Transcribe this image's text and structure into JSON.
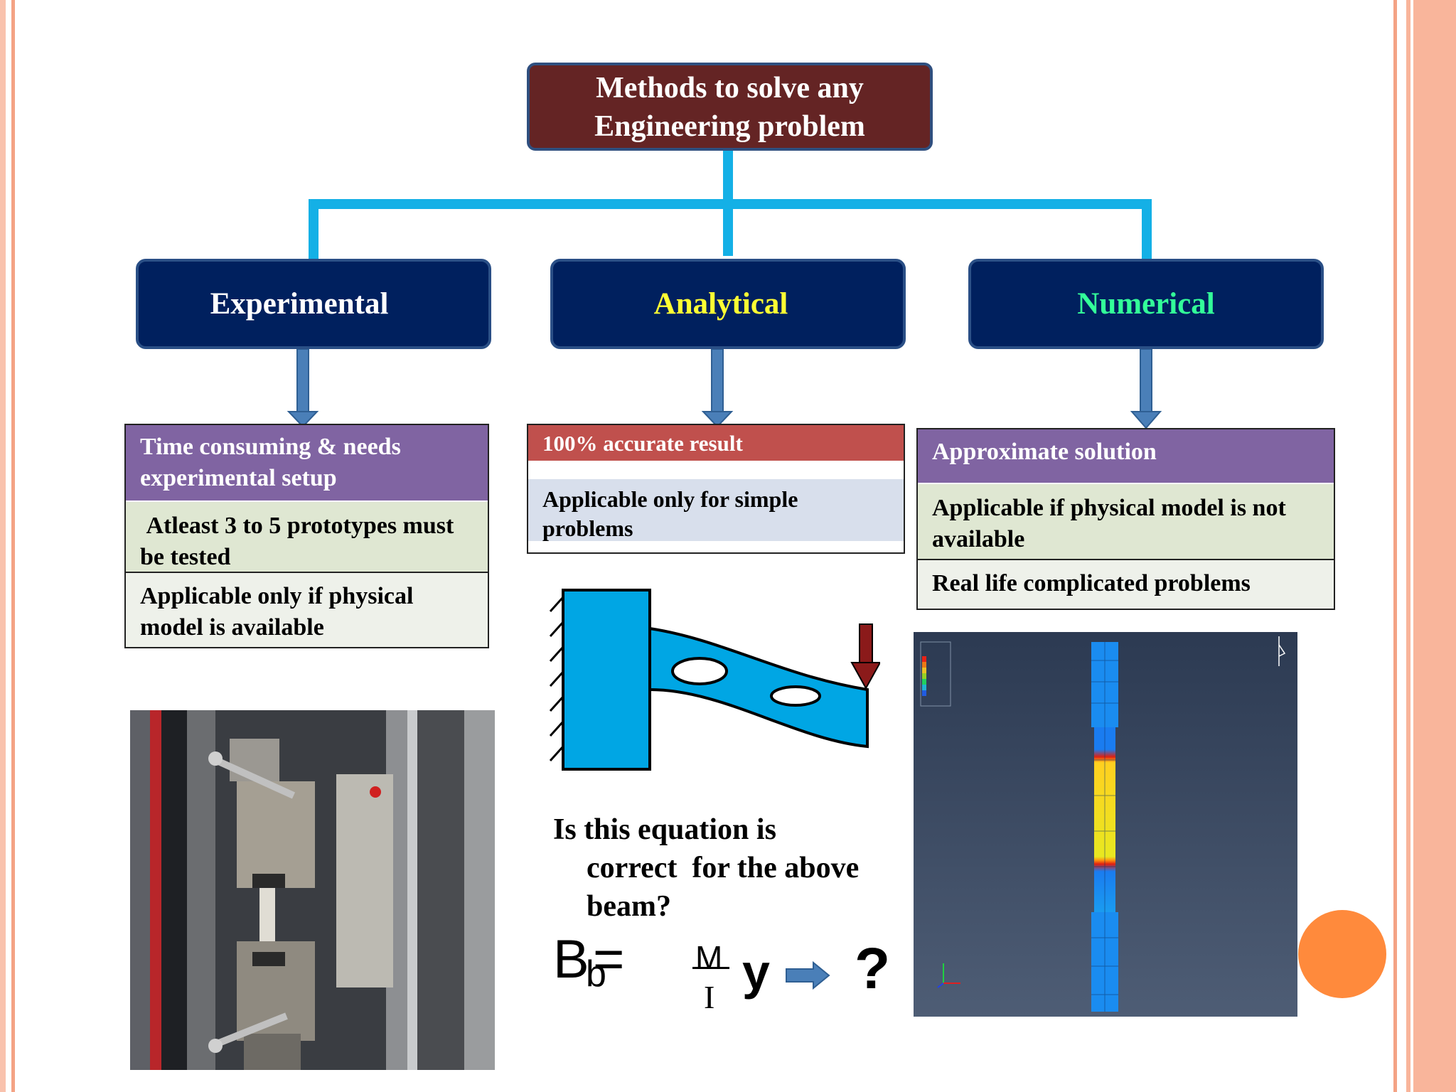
{
  "title": {
    "line1": "Methods to solve any",
    "line2": "Engineering problem"
  },
  "categories": [
    {
      "label": "Experimental",
      "color": "#ffffff"
    },
    {
      "label": "Analytical",
      "color": "#ffff33"
    },
    {
      "label": "Numerical",
      "color": "#33ff99"
    }
  ],
  "experimental": [
    "Time consuming & needs experimental setup",
    " Atleast 3 to 5 prototypes must be tested",
    "Applicable only if physical model is available"
  ],
  "analytical": [
    "100% accurate result",
    "Applicable only for simple problems"
  ],
  "numerical": [
    "Approximate solution",
    "Applicable if physical model is not available",
    "Real life complicated problems"
  ],
  "question": {
    "line1": "Is this equation is",
    "line2": "correct  for the above",
    "line3": "beam?"
  },
  "equation": {
    "lhs": "B",
    "lhs_sub": "b",
    "eq": "=",
    "numerator": "M",
    "denominator": "I",
    "var": "y",
    "result": "?"
  },
  "colors": {
    "title_bg": "#642424",
    "category_bg": "#00205e",
    "connector": "#14b0e6",
    "arrow": "#4a7fb8",
    "purple_cell": "#8064a2",
    "green_cell": "#dfe7d2",
    "light_cell": "#eef1ea",
    "red_cell": "#c0504d",
    "blue_cell": "#d8dfec",
    "side_bar": "#f7a98c",
    "orange_circle": "#ff8a3c",
    "beam": "#00a6e4"
  }
}
